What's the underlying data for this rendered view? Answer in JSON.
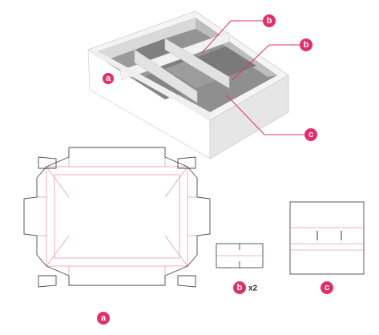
{
  "colors": {
    "accent": "#e0306b",
    "cut_line": "#4a4a4a",
    "fold_line": "#e89ab5",
    "box_wall": "#ffffff",
    "box_shadow": "#bcbcbc",
    "box_floor": "#8a8a8a"
  },
  "labels": {
    "box_a": "a",
    "divider_b_top": "b",
    "divider_b_mid": "b",
    "insert_c": "c",
    "dieline_a": "a",
    "dieline_b": "b",
    "dieline_b_multiplier": "x2",
    "dieline_c": "c"
  }
}
